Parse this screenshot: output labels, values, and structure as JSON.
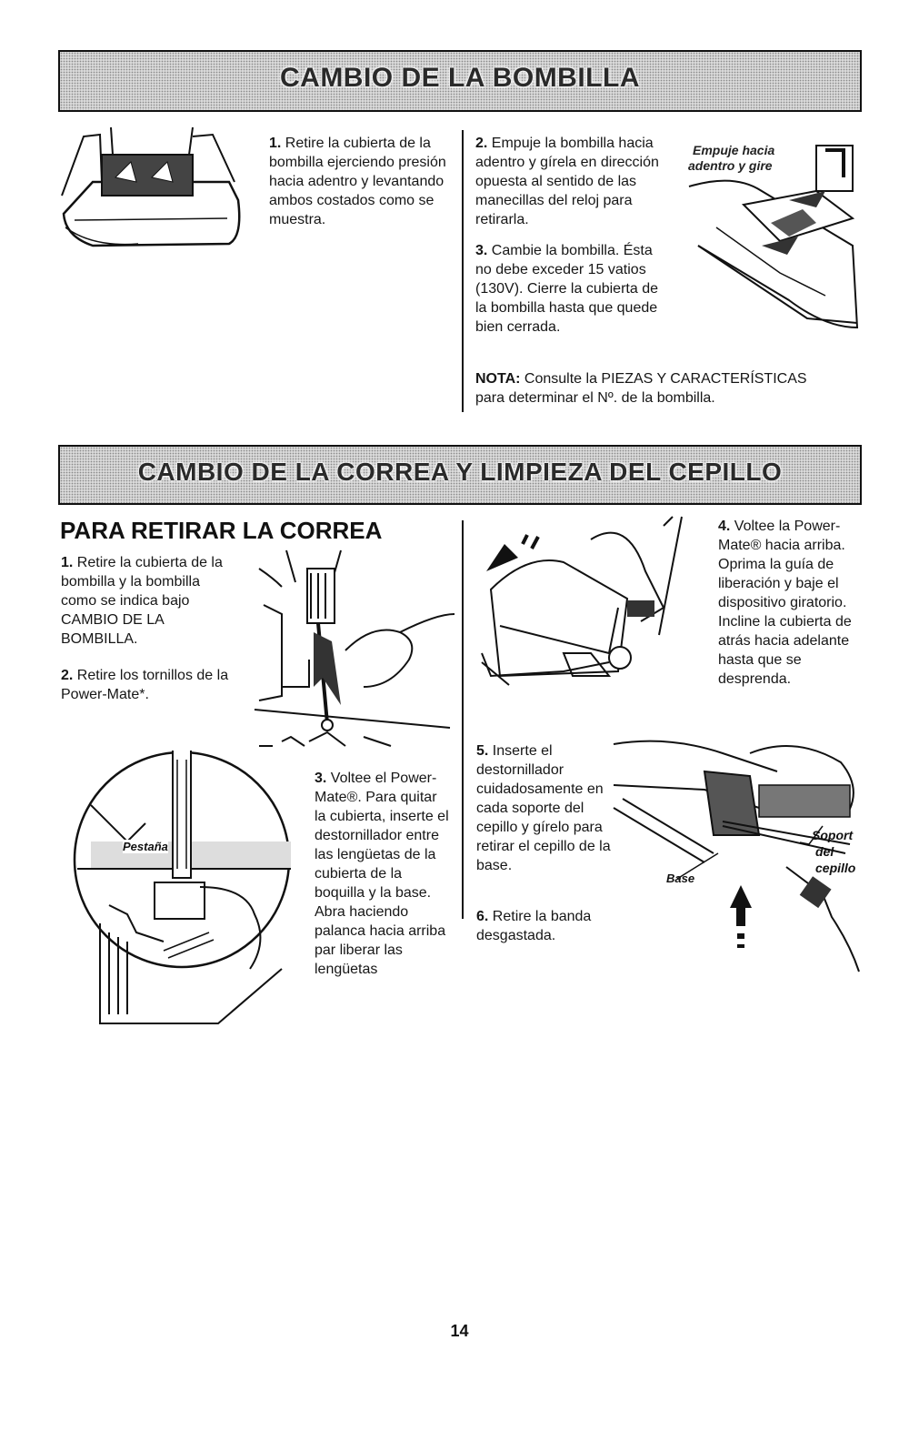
{
  "section1": {
    "title": "CAMBIO DE LA BOMBILLA",
    "step1": {
      "num": "1.",
      "text": "Retire la cubierta de la bombilla ejerciendo presión hacia adentro y levantando ambos costados como se muestra."
    },
    "step2": {
      "num": "2.",
      "text": "Empuje la bombilla hacia adentro y gírela en dirección opuesta al sentido de las manecillas del reloj para retirarla."
    },
    "step3": {
      "num": "3.",
      "text": "Cambie la bombilla. Ésta no debe exceder 15 vatios (130V). Cierre la cubierta de la bombilla hasta que quede bien cerrada."
    },
    "note": {
      "label": "NOTA:",
      "text": "Consulte la PIEZAS Y CARACTERÍSTICAS para determinar el Nº. de la bombilla."
    },
    "illus_label_line1": "Empuje hacia",
    "illus_label_line2": "adentro y gire"
  },
  "section2": {
    "title": "CAMBIO DE LA CORREA Y LIMPIEZA DEL CEPILLO",
    "heading": "PARA RETIRAR LA CORREA",
    "step1": {
      "num": "1.",
      "text": "Retire la cubierta de la bombilla y la bombilla como se indica bajo CAMBIO DE LA BOMBILLA."
    },
    "step2": {
      "num": "2.",
      "text": "Retire los tornillos de la Power-Mate*."
    },
    "step3": {
      "num": "3.",
      "text": "Voltee el Power-Mate®. Para quitar la cubierta, inserte el destornillador entre las lengüetas de la cubierta de la boquilla y la base. Abra haciendo palanca hacia arriba par liberar las lengüetas"
    },
    "step4": {
      "num": "4.",
      "text": "Voltee la Power-Mate® hacia arriba. Oprima la guía de liberación y baje el dispositivo giratorio. Incline la cubierta de atrás hacia adelante hasta que se desprenda."
    },
    "step5": {
      "num": "5.",
      "text": "Inserte el destornillador cuidadosamente en cada soporte del cepillo y gírelo para retirar el cepillo de la base."
    },
    "step6": {
      "num": "6.",
      "text": "Retire la banda desgastada."
    },
    "label_pestana": "Pestaña",
    "label_base": "Base",
    "label_soporte_1": "Soport",
    "label_soporte_2": "del",
    "label_soporte_3": "cepillo"
  },
  "page_number": "14"
}
